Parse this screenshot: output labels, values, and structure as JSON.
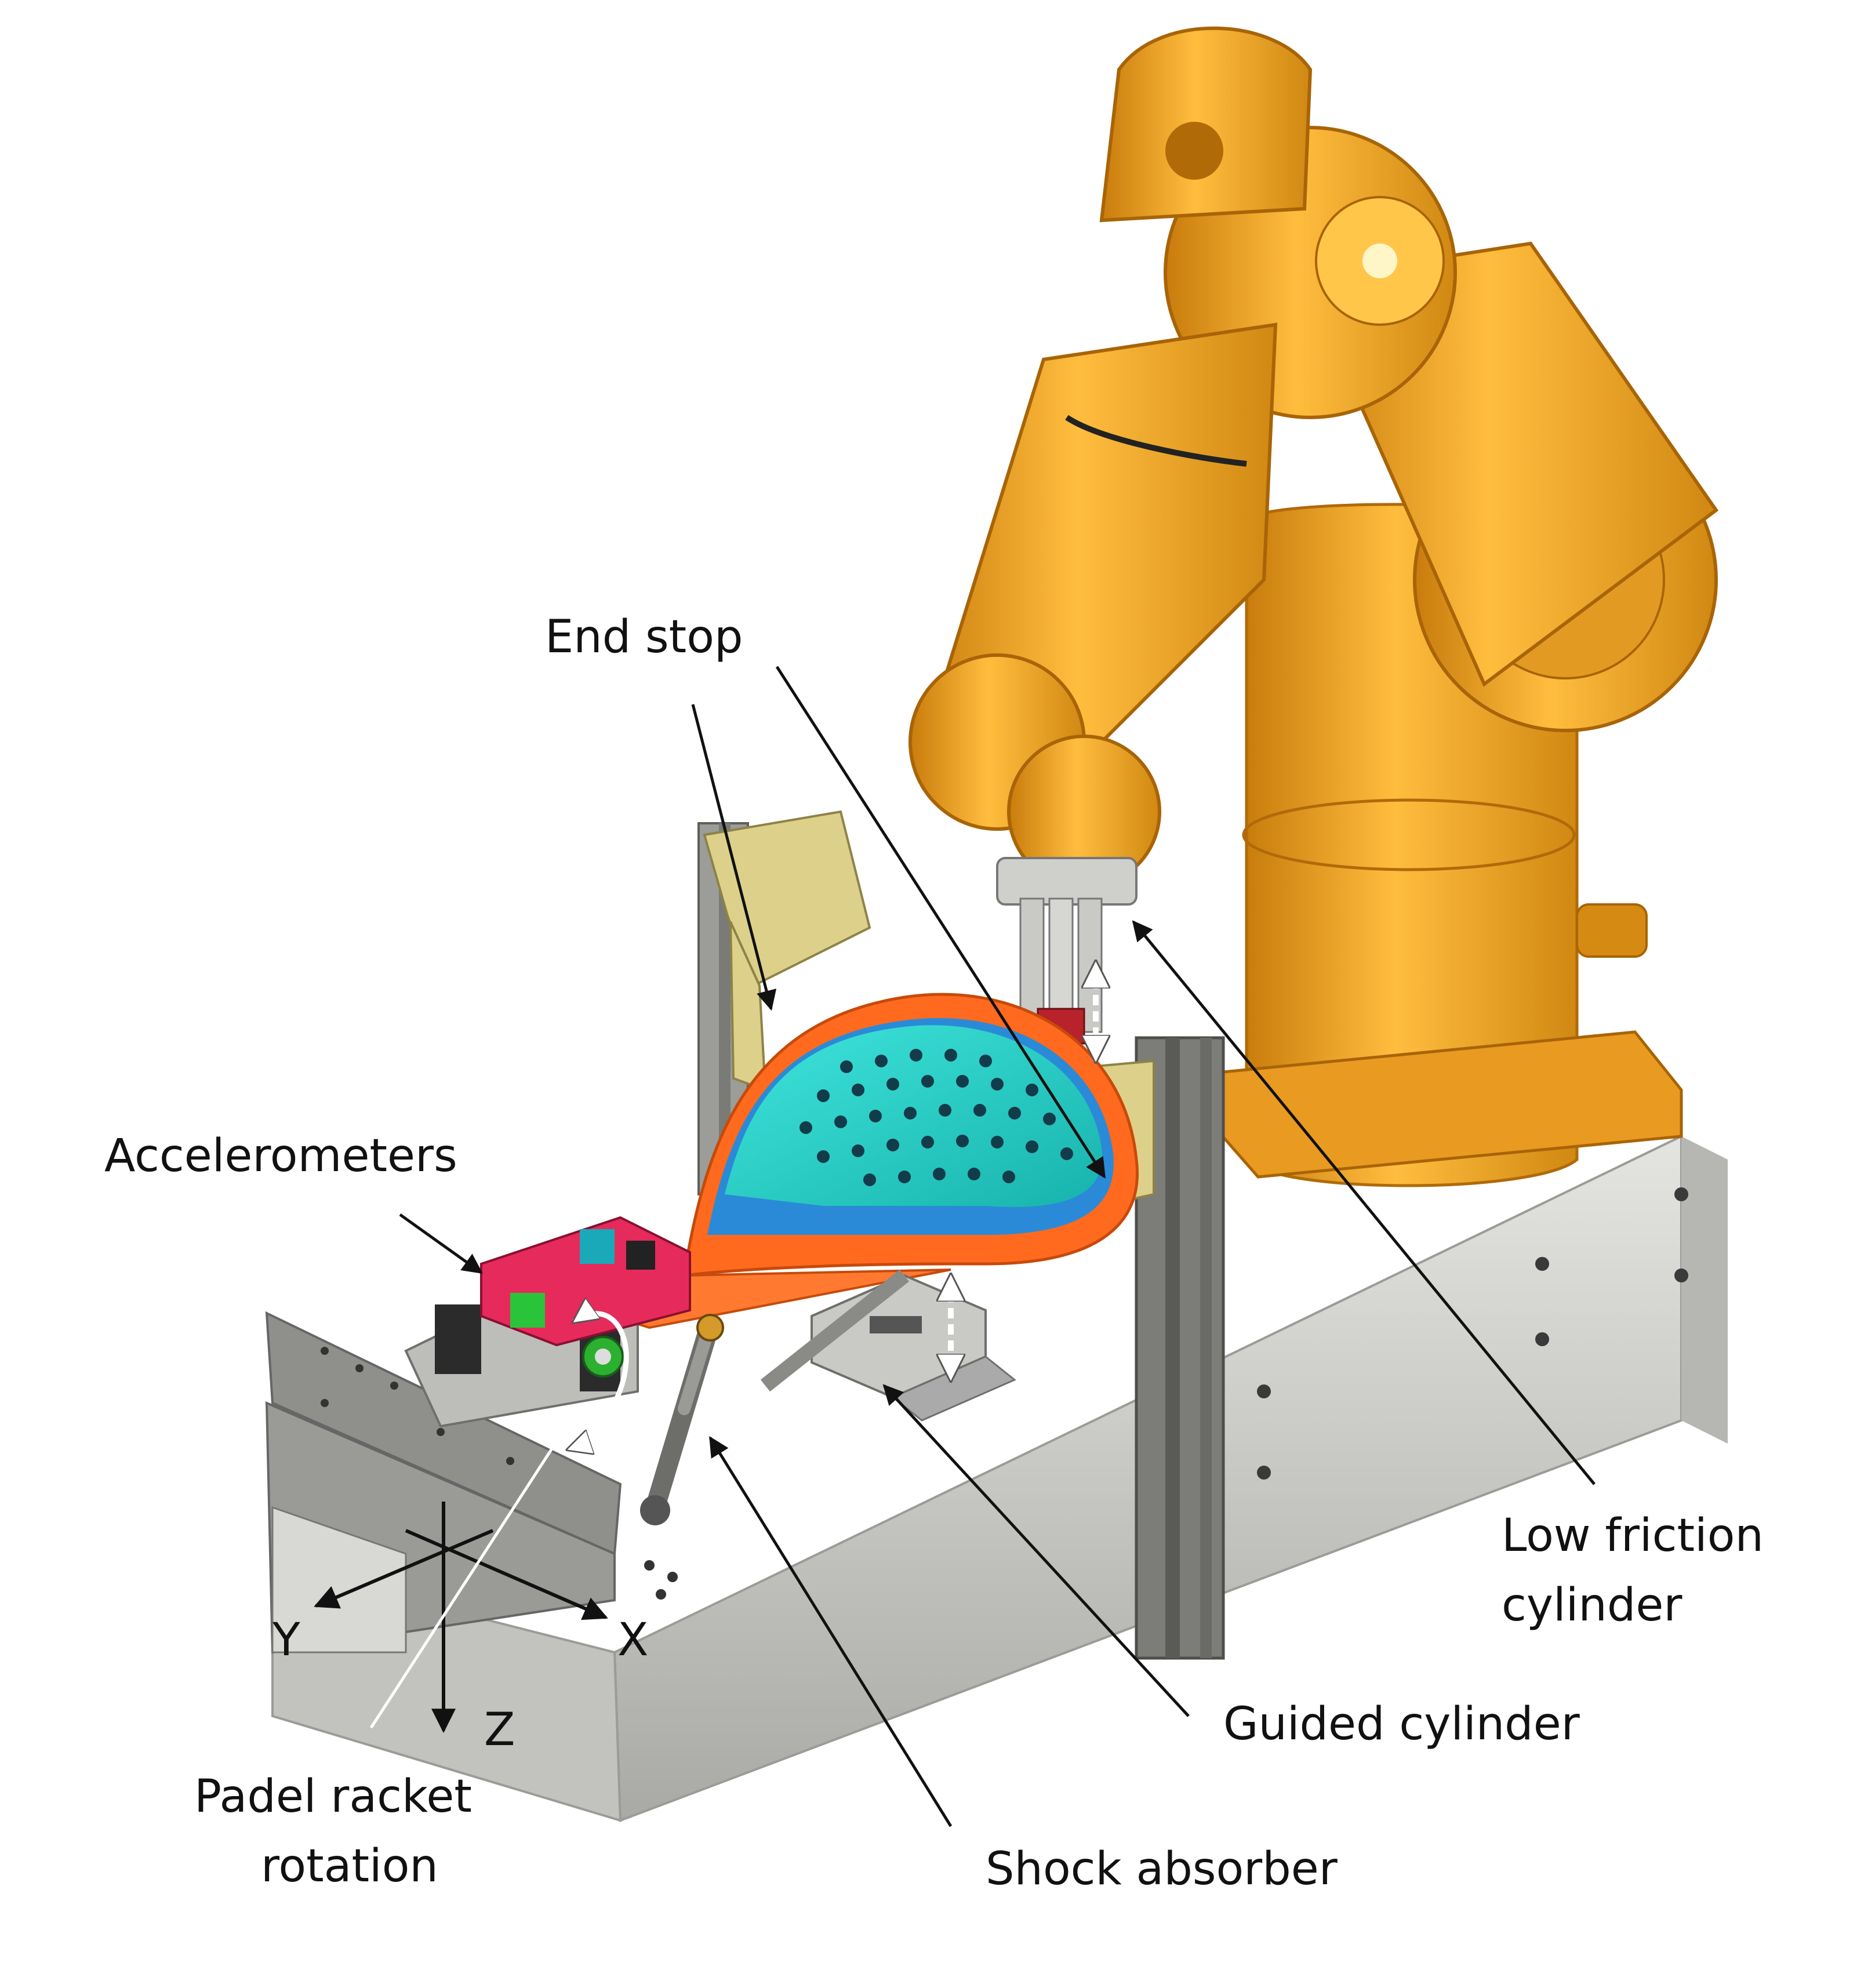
{
  "labels": {
    "end_stop": "End stop",
    "accelerometers": "Accelerometers",
    "low_friction_line1": "Low friction",
    "low_friction_line2": "cylinder",
    "guided_cylinder": "Guided cylinder",
    "shock_absorber": "Shock absorber",
    "padel_line1": "Padel racket",
    "padel_line2": "rotation"
  },
  "axes": {
    "x": "X",
    "y": "Y",
    "z": "Z"
  },
  "colors": {
    "robot": "#f0a623",
    "robot_dark": "#c97c0c",
    "racket_face": "#23d0c8",
    "racket_frame": "#ff6a1f",
    "racket_blue": "#2a8ad8",
    "base": "#c9c9c6",
    "base_dark": "#a9a9a5",
    "plate": "#8f8f8c",
    "profile": "#777774",
    "bracket": "#ddd08a",
    "sensor": "#e62a5c",
    "sensor_green": "#2ac43a",
    "leader": "#111111"
  }
}
